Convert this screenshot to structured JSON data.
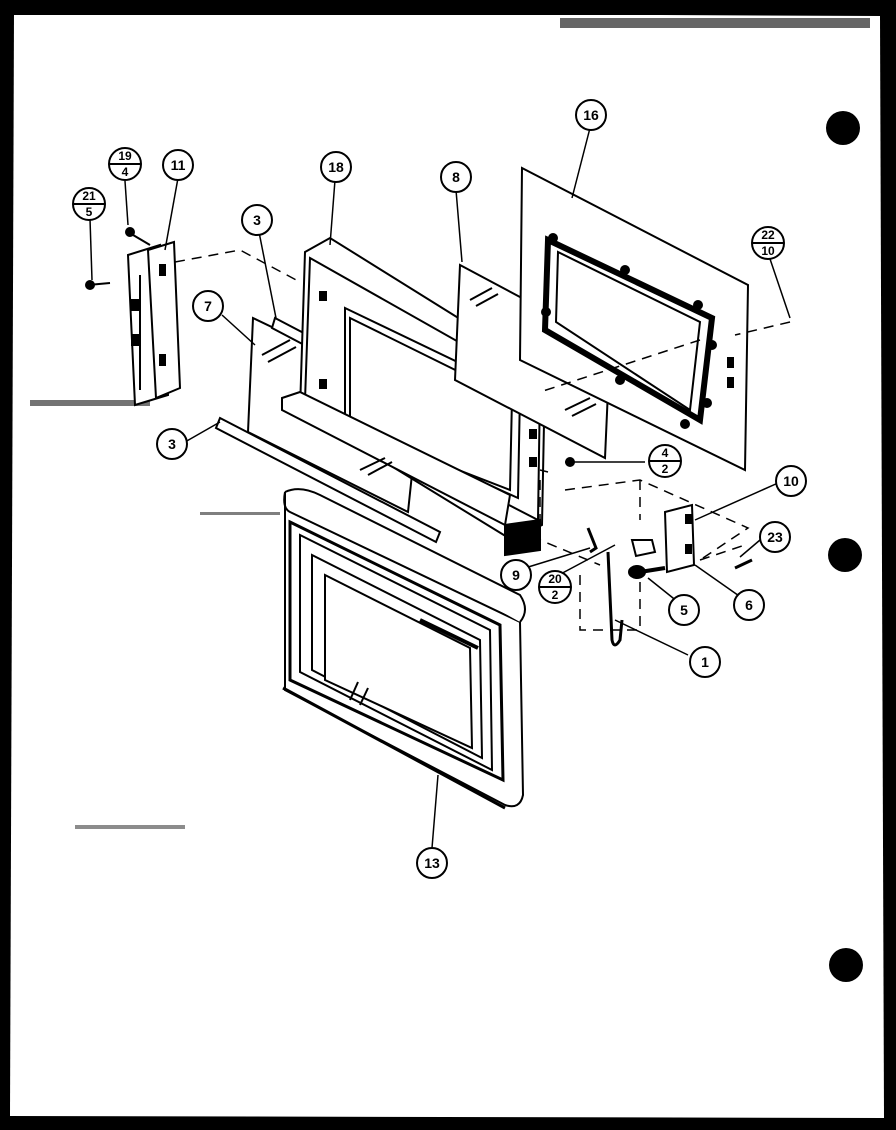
{
  "diagram": {
    "callouts": [
      {
        "id": "c16",
        "label": "16"
      },
      {
        "id": "c18",
        "label": "18"
      },
      {
        "id": "c8",
        "label": "8"
      },
      {
        "id": "c11",
        "label": "11"
      },
      {
        "id": "c3a",
        "label": "3"
      },
      {
        "id": "c7",
        "label": "7"
      },
      {
        "id": "c3b",
        "label": "3"
      },
      {
        "id": "c10",
        "label": "10"
      },
      {
        "id": "c23",
        "label": "23"
      },
      {
        "id": "c9",
        "label": "9"
      },
      {
        "id": "c5",
        "label": "5"
      },
      {
        "id": "c6",
        "label": "6"
      },
      {
        "id": "c1",
        "label": "1"
      },
      {
        "id": "c13",
        "label": "13"
      }
    ],
    "fractions": [
      {
        "id": "f19_4",
        "top": "19",
        "bottom": "4"
      },
      {
        "id": "f21_5",
        "top": "21",
        "bottom": "5"
      },
      {
        "id": "f22_10",
        "top": "22",
        "bottom": "10"
      },
      {
        "id": "f4_2",
        "top": "4",
        "bottom": "2"
      },
      {
        "id": "f20_2",
        "top": "20",
        "bottom": "2"
      }
    ]
  }
}
